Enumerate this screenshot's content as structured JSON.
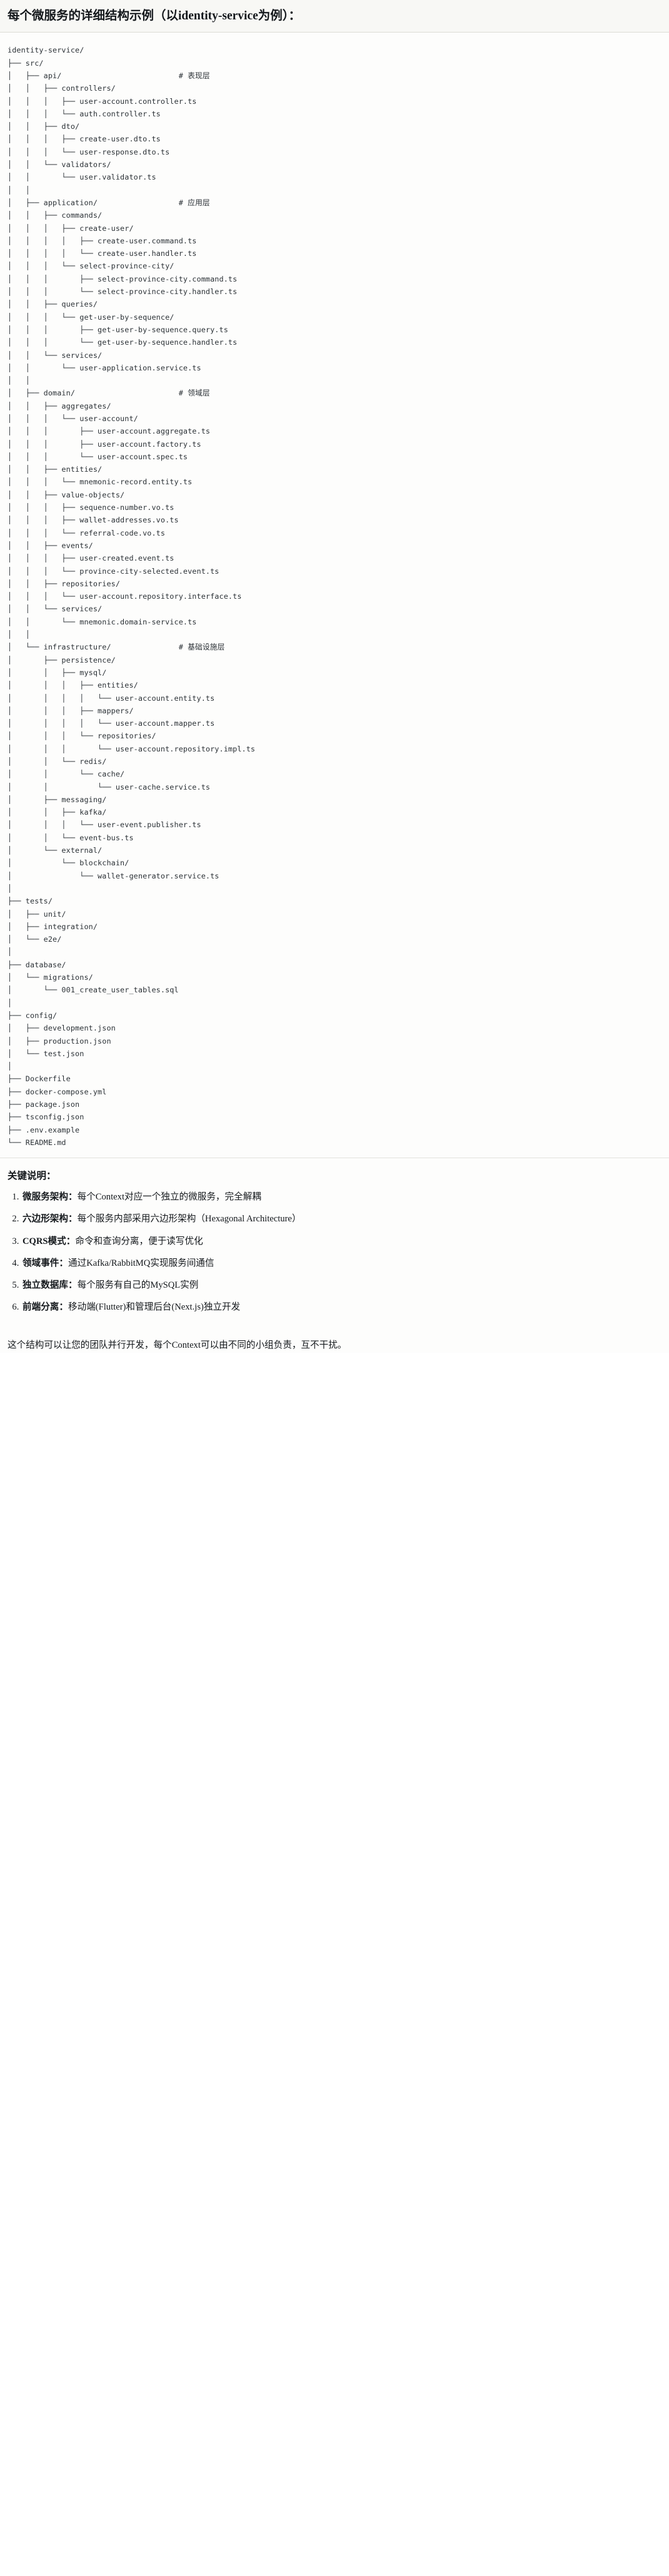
{
  "title": "每个微服务的详细结构示例（以identity-service为例）：",
  "tree": {
    "text": "identity-service/\n├── src/\n│   ├── api/                          # 表现层\n│   │   ├── controllers/\n│   │   │   ├── user-account.controller.ts\n│   │   │   └── auth.controller.ts\n│   │   ├── dto/\n│   │   │   ├── create-user.dto.ts\n│   │   │   └── user-response.dto.ts\n│   │   └── validators/\n│   │       └── user.validator.ts\n│   │\n│   ├── application/                  # 应用层\n│   │   ├── commands/\n│   │   │   ├── create-user/\n│   │   │   │   ├── create-user.command.ts\n│   │   │   │   └── create-user.handler.ts\n│   │   │   └── select-province-city/\n│   │   │       ├── select-province-city.command.ts\n│   │   │       └── select-province-city.handler.ts\n│   │   ├── queries/\n│   │   │   └── get-user-by-sequence/\n│   │   │       ├── get-user-by-sequence.query.ts\n│   │   │       └── get-user-by-sequence.handler.ts\n│   │   └── services/\n│   │       └── user-application.service.ts\n│   │\n│   ├── domain/                       # 领域层\n│   │   ├── aggregates/\n│   │   │   └── user-account/\n│   │   │       ├── user-account.aggregate.ts\n│   │   │       ├── user-account.factory.ts\n│   │   │       └── user-account.spec.ts\n│   │   ├── entities/\n│   │   │   └── mnemonic-record.entity.ts\n│   │   ├── value-objects/\n│   │   │   ├── sequence-number.vo.ts\n│   │   │   ├── wallet-addresses.vo.ts\n│   │   │   └── referral-code.vo.ts\n│   │   ├── events/\n│   │   │   ├── user-created.event.ts\n│   │   │   └── province-city-selected.event.ts\n│   │   ├── repositories/\n│   │   │   └── user-account.repository.interface.ts\n│   │   └── services/\n│   │       └── mnemonic.domain-service.ts\n│   │\n│   └── infrastructure/               # 基础设施层\n│       ├── persistence/\n│       │   ├── mysql/\n│       │   │   ├── entities/\n│       │   │   │   └── user-account.entity.ts\n│       │   │   ├── mappers/\n│       │   │   │   └── user-account.mapper.ts\n│       │   │   └── repositories/\n│       │   │       └── user-account.repository.impl.ts\n│       │   └── redis/\n│       │       └── cache/\n│       │           └── user-cache.service.ts\n│       ├── messaging/\n│       │   ├── kafka/\n│       │   │   └── user-event.publisher.ts\n│       │   └── event-bus.ts\n│       └── external/\n│           └── blockchain/\n│               └── wallet-generator.service.ts\n│\n├── tests/\n│   ├── unit/\n│   ├── integration/\n│   └── e2e/\n│\n├── database/\n│   └── migrations/\n│       └── 001_create_user_tables.sql\n│\n├── config/\n│   ├── development.json\n│   ├── production.json\n│   └── test.json\n│\n├── Dockerfile\n├── docker-compose.yml\n├── package.json\n├── tsconfig.json\n├── .env.example\n└── README.md",
    "layer_comments": [
      "# 表现层",
      "# 应用层",
      "# 领域层",
      "# 基础设施层"
    ]
  },
  "keypoints": {
    "heading": "关键说明：",
    "items": [
      {
        "term": "微服务架构",
        "sep": "：",
        "desc": "每个Context对应一个独立的微服务，完全解耦"
      },
      {
        "term": "六边形架构",
        "sep": "：",
        "desc": "每个服务内部采用六边形架构（Hexagonal Architecture）"
      },
      {
        "term": "CQRS模式",
        "sep": "：",
        "desc": "命令和查询分离，便于读写优化"
      },
      {
        "term": "领域事件",
        "sep": "：",
        "desc": "通过Kafka/RabbitMQ实现服务间通信"
      },
      {
        "term": "独立数据库",
        "sep": "：",
        "desc": "每个服务有自己的MySQL实例"
      },
      {
        "term": "前端分离",
        "sep": "：",
        "desc": "移动端(Flutter)和管理后台(Next.js)独立开发"
      }
    ],
    "closing": "这个结构可以让您的团队并行开发，每个Context可以由不同的小组负责，互不干扰。"
  },
  "colors": {
    "page_bg": "#fdfdfc",
    "title_bg": "#f8f8f5",
    "text": "#14181c",
    "code_text": "#2b3136",
    "border": "#dcdcd6"
  }
}
